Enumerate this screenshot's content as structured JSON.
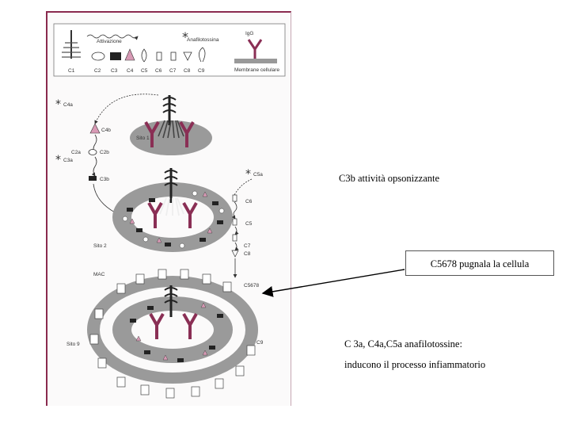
{
  "legend": {
    "activation": "Attivazione",
    "anaphylatoxin": "Anafilotossina",
    "igg": "IgG",
    "membrane": "Membrane cellulare",
    "components": [
      "C1",
      "C2",
      "C3",
      "C4",
      "C5",
      "C6",
      "C7",
      "C8",
      "C9"
    ]
  },
  "diagram_labels": {
    "c4a": "C4a",
    "c4b": "C4b",
    "c2a": "C2a",
    "c2b": "C2b",
    "c3a_left": "C3a",
    "c3b": "C3b",
    "site1": "Sito 1",
    "c5a": "C5a",
    "c6": "C6",
    "c5": "C5",
    "c7": "C7",
    "c8": "C8",
    "site2": "Sito 2",
    "mac": "MAC",
    "c5678": "C5678",
    "site9": "Sito 9",
    "c9": "C9"
  },
  "annotations": {
    "c3b": "C3b attività opsonizzante",
    "c5678": "C5678 pugnala la cellula",
    "anaphylatoxins_1": "C 3a, C4a,C5a anafilotossine:",
    "anaphylatoxins_2": "inducono il processo infiammatorio"
  },
  "colors": {
    "frame": "#8a2a4e",
    "antibody": "#8a2f55",
    "membrane_ring": "#9a9a9a",
    "c4_pink": "#d89ab5"
  }
}
